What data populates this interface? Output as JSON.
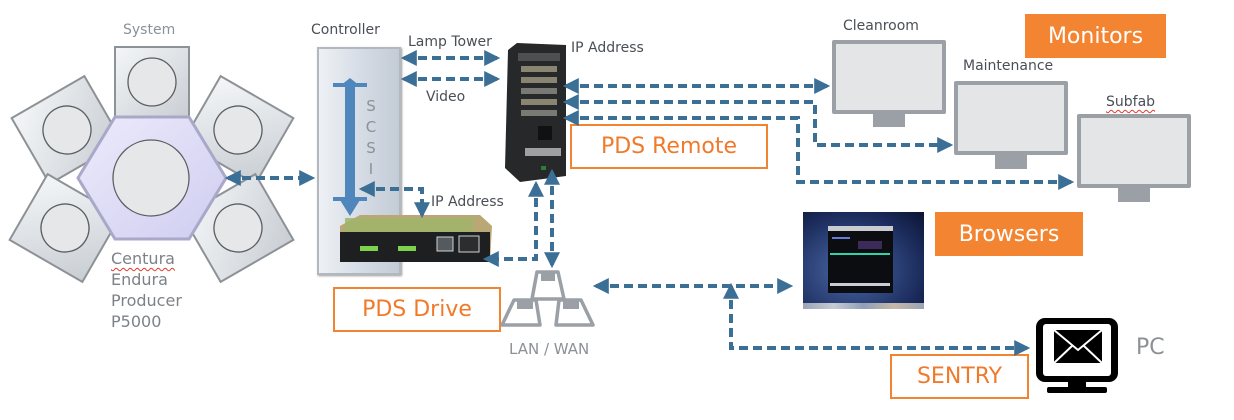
{
  "system": {
    "title": "System",
    "product_lines": [
      "Centura",
      "Endura",
      "Producer",
      "P5000"
    ]
  },
  "controller": {
    "title": "Controller",
    "bus_label": [
      "S",
      "C",
      "S",
      "I"
    ]
  },
  "pds_drive": {
    "label": "PDS Drive",
    "ip_label": "IP Address"
  },
  "pds_remote": {
    "label": "PDS Remote",
    "ip_label": "IP Address",
    "links": [
      "Lamp Tower",
      "Video"
    ]
  },
  "monitors": {
    "badge": "Monitors",
    "items": [
      {
        "label": "Cleanroom"
      },
      {
        "label": "Maintenance"
      },
      {
        "label": "Subfab"
      }
    ]
  },
  "network": {
    "label": "LAN / WAN"
  },
  "browsers": {
    "badge": "Browsers"
  },
  "sentry": {
    "label": "SENTRY",
    "target": "PC"
  },
  "colors": {
    "connector": "#3c6f96",
    "accent_orange": "#f28432",
    "device_gray": "#9aa0a6"
  }
}
